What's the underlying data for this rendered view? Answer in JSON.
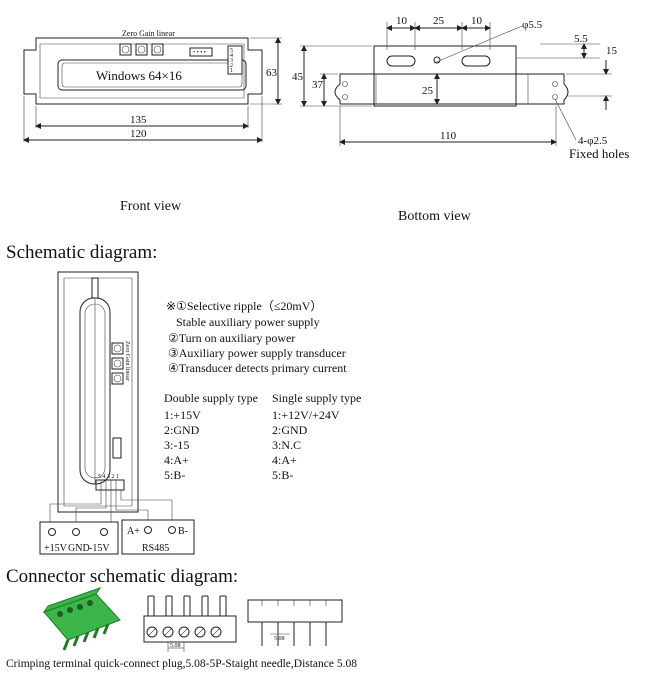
{
  "front_view": {
    "top_label": "Zero Gain linear",
    "window_text": "Windows 64×16",
    "dim_135": "135",
    "dim_120": "120",
    "dim_63": "63",
    "pin_labels": [
      "5",
      "4",
      "3",
      "2",
      "1"
    ],
    "caption": "Front view"
  },
  "bottom_view": {
    "dim_10a": "10",
    "dim_25_top": "25",
    "dim_10b": "10",
    "dim_phi55": "φ5.5",
    "dim_5_5": "5.5",
    "dim_15": "15",
    "dim_45": "45",
    "dim_37": "37",
    "dim_25_mid": "25",
    "dim_110": "110",
    "dim_holes": "4-φ2.5",
    "holes_label": "Fixed holes",
    "caption": "Bottom view"
  },
  "schematic": {
    "heading": "Schematic diagram:",
    "side_label": "Zero Gain linear",
    "pin_labels": "5 4 3 2 1",
    "notes": [
      "※①Selective ripple（≤20mV）",
      "Stable auxiliary power supply",
      "②Turn on auxiliary power",
      "③Auxiliary power supply transducer",
      "④Transducer detects primary current"
    ],
    "double_header": "Double supply type",
    "single_header": "Single supply type",
    "double_rows": [
      "1:+15V",
      "2:GND",
      "3:-15",
      "4:A+",
      "5:B-"
    ],
    "single_rows": [
      "1:+12V/+24V",
      "2:GND",
      "3:N.C",
      "4:A+",
      "5:B-"
    ],
    "power_labels": [
      "+15V",
      "GND",
      "-15V"
    ],
    "rs485_terms": [
      "A+",
      "B-"
    ],
    "rs485_label": "RS485"
  },
  "connector": {
    "heading": "Connector schematic diagram:",
    "pitch_label": "5.08",
    "caption": "Crimping terminal quick-connect plug,5.08-5P-Staight needle,Distance 5.08",
    "plug_color": "#3cb54a"
  }
}
